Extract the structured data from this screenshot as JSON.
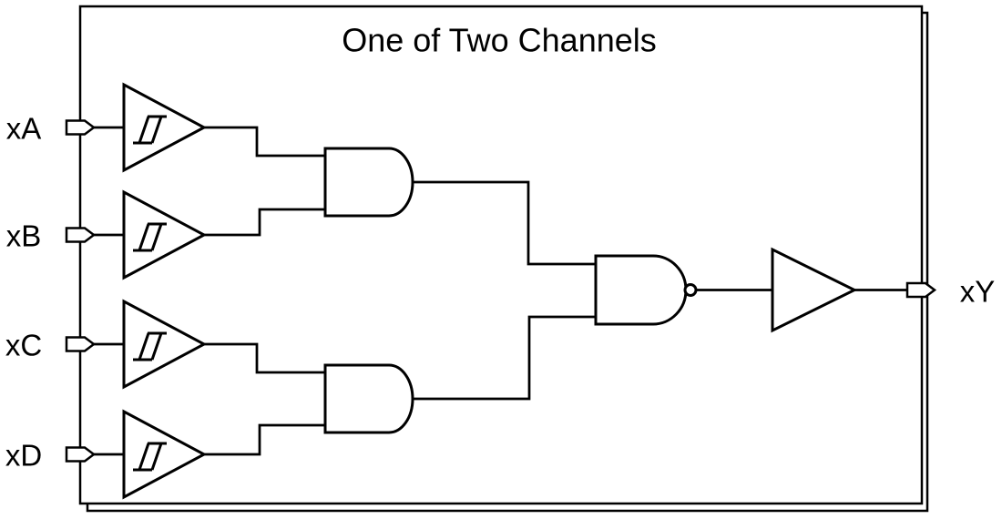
{
  "diagram": {
    "title": "One of Two Channels",
    "type": "logic-circuit-schematic",
    "colors": {
      "line": "#000000",
      "background": "#ffffff"
    },
    "ports": {
      "inputs": [
        {
          "label": "xA"
        },
        {
          "label": "xB"
        },
        {
          "label": "xC"
        },
        {
          "label": "xD"
        }
      ],
      "output": {
        "label": "xY"
      }
    },
    "components": {
      "schmitt_buffers": 4,
      "and_gates": 2,
      "nand_gates": 1,
      "output_buffers": 1,
      "channel_outlines": 2
    }
  }
}
